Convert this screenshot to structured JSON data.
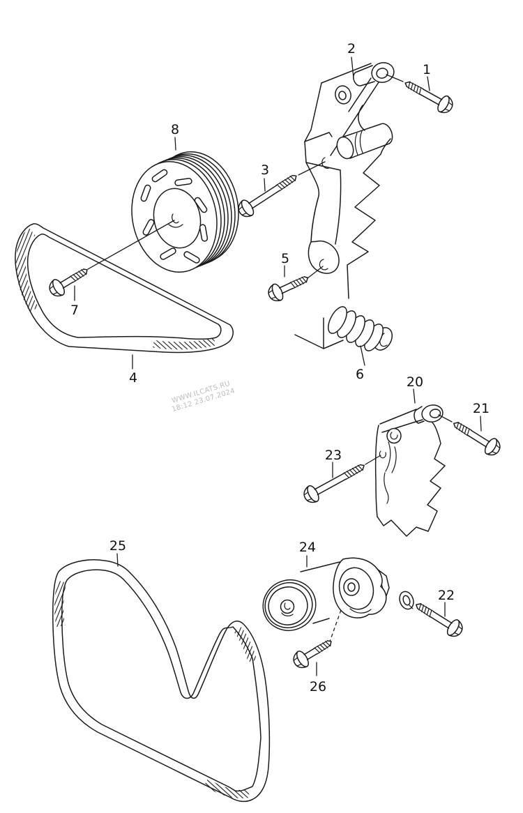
{
  "diagram": {
    "background": "#ffffff",
    "line_color": "#1a1a1a",
    "watermark": {
      "line1": "WWW.ILCATS.RU",
      "line2": "18:12 23.07.2024",
      "color": "#bdbdbd"
    },
    "callouts": [
      {
        "label": "1",
        "part": "hex-flange-bolt"
      },
      {
        "label": "2",
        "part": "mounting-bracket"
      },
      {
        "label": "3",
        "part": "hex-flange-bolt-long"
      },
      {
        "label": "4",
        "part": "v-ribbed-belt"
      },
      {
        "label": "5",
        "part": "hex-flange-bolt-short"
      },
      {
        "label": "6",
        "part": "coil-spring"
      },
      {
        "label": "7",
        "part": "hex-flange-bolt-short"
      },
      {
        "label": "8",
        "part": "ribbed-belt-pulley"
      },
      {
        "label": "20",
        "part": "mounting-bracket"
      },
      {
        "label": "21",
        "part": "hex-flange-bolt"
      },
      {
        "label": "22",
        "part": "hex-flange-bolt-with-washer"
      },
      {
        "label": "23",
        "part": "hex-flange-bolt-long"
      },
      {
        "label": "24",
        "part": "belt-tensioner"
      },
      {
        "label": "25",
        "part": "v-ribbed-belt"
      },
      {
        "label": "26",
        "part": "hex-flange-bolt-short"
      }
    ]
  }
}
